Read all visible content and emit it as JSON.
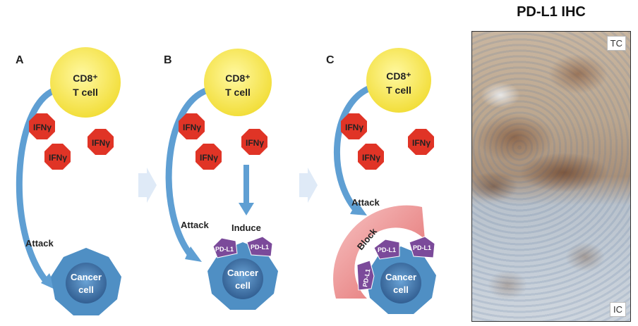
{
  "panels": [
    {
      "letter": "A",
      "tcell": [
        "CD8⁺",
        "T cell"
      ],
      "ifn": [
        "IFNγ",
        "IFNγ",
        "IFNγ"
      ],
      "attack": "Attack",
      "cancer": [
        "Cancer",
        "cell"
      ]
    },
    {
      "letter": "B",
      "tcell": [
        "CD8⁺",
        "T cell"
      ],
      "ifn": [
        "IFNγ",
        "IFNγ",
        "IFNγ"
      ],
      "attack": "Attack",
      "induce": "Induce",
      "pdl1": [
        "PD-L1",
        "PD-L1"
      ],
      "cancer": [
        "Cancer",
        "cell"
      ]
    },
    {
      "letter": "C",
      "tcell": [
        "CD8⁺",
        "T cell"
      ],
      "ifn": [
        "IFNγ",
        "IFNγ",
        "IFNγ"
      ],
      "attack": "Attack",
      "block": "Block",
      "pdl1": [
        "PD-L1",
        "PD-L1",
        "PD-L1"
      ],
      "cancer": [
        "Cancer",
        "cell"
      ]
    }
  ],
  "micro": {
    "title": "PD-L1 IHC",
    "tag_top": "TC",
    "tag_bottom": "IC"
  },
  "colors": {
    "tcell": "#f5e64a",
    "ifn": "#e03426",
    "cancer": "#4f8fc4",
    "cancer_core": "#3a6fa6",
    "arrow": "#5f9fd3",
    "pdl1": "#7b4a9a",
    "block": "#ec8f8f",
    "chevron": "#dfeaf7"
  }
}
